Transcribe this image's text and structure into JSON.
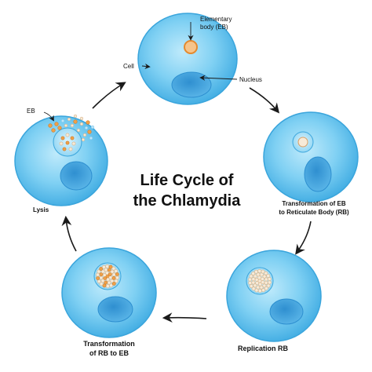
{
  "title": {
    "line1": "Life Cycle of",
    "line2": "the Chlamydia"
  },
  "labels": {
    "elementary_body_line1": "Elementary",
    "elementary_body_line2": "body (EB)",
    "cell": "Cell",
    "nucleus": "Nucleus",
    "eb": "EB",
    "lysis": "Lysis",
    "transformation_eb_rb_line1": "Transformation of EB",
    "transformation_eb_rb_line2": "to Reticulate Body (RB)",
    "replication_rb": "Replication RB",
    "transformation_rb_eb_line1": "Transformation",
    "transformation_rb_eb_line2": "of RB to EB"
  },
  "colors": {
    "cell_outer": "#63c3ee",
    "cell_inner": "#aee3f8",
    "cell_edge": "#3aa5dc",
    "nucleus_fill": "#3b9fda",
    "eb_orange": "#f0a048",
    "rb_pale": "#f3e6d2",
    "arrow": "#1a1a1a"
  }
}
